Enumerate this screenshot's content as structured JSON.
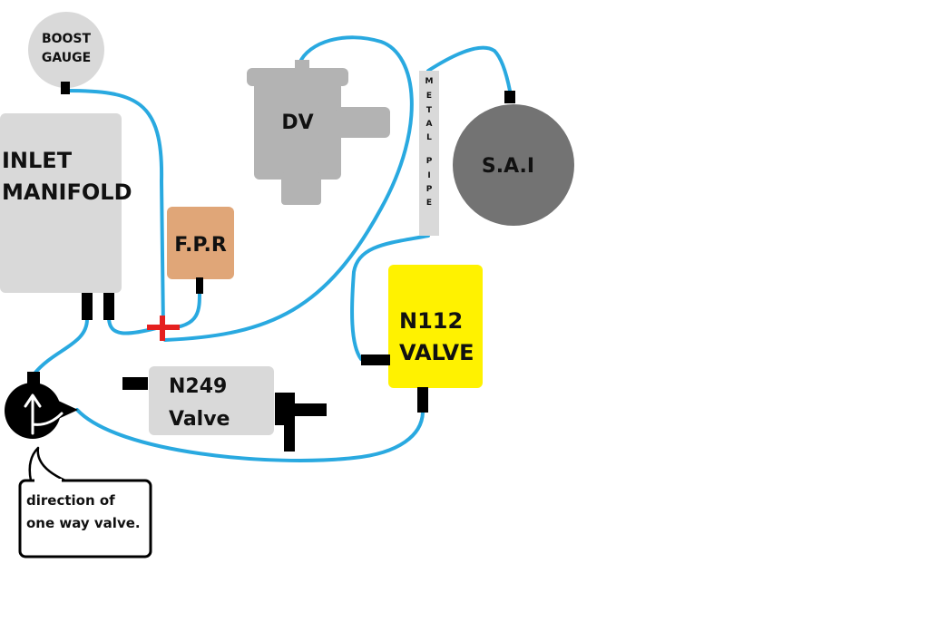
{
  "colors": {
    "hose": "#29a9e0",
    "component_grey": "#d9d9d9",
    "dv_grey": "#b3b3b3",
    "sai_grey": "#737373",
    "fpr_orange": "#e0a678",
    "n112_yellow": "#fff200",
    "connector_black": "#000000",
    "tee_red": "#e5201f",
    "metal_pipe": "#d9d9d9"
  },
  "components": {
    "boost_gauge": {
      "line1": "BOOST",
      "line2": "GAUGE"
    },
    "inlet_manifold": {
      "line1": "INLET",
      "line2": "MANIFOLD"
    },
    "dv": {
      "label": "DV"
    },
    "sai": {
      "label": "S.A.I"
    },
    "fpr": {
      "label": "F.P.R"
    },
    "metal_pipe": {
      "letters": [
        "M",
        "E",
        "T",
        "A",
        "L",
        "P",
        "I",
        "P",
        "E"
      ]
    },
    "n112": {
      "line1": "N112",
      "line2": "VALVE"
    },
    "n249": {
      "line1": "N249",
      "line2": "Valve"
    }
  },
  "callout": {
    "line1": "direction of",
    "line2": "one way valve."
  }
}
